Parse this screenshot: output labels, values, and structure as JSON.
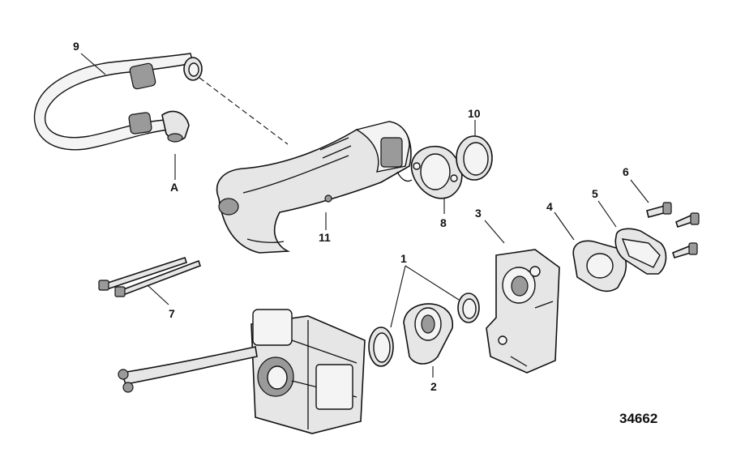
{
  "diagram": {
    "figure_number": "34662",
    "callouts": {
      "c1": "1",
      "c2": "2",
      "c3": "3",
      "c4": "4",
      "c5": "5",
      "c6": "6",
      "c7": "7",
      "c8": "8",
      "c9": "9",
      "c10": "10",
      "c11": "11",
      "cA": "A"
    }
  }
}
